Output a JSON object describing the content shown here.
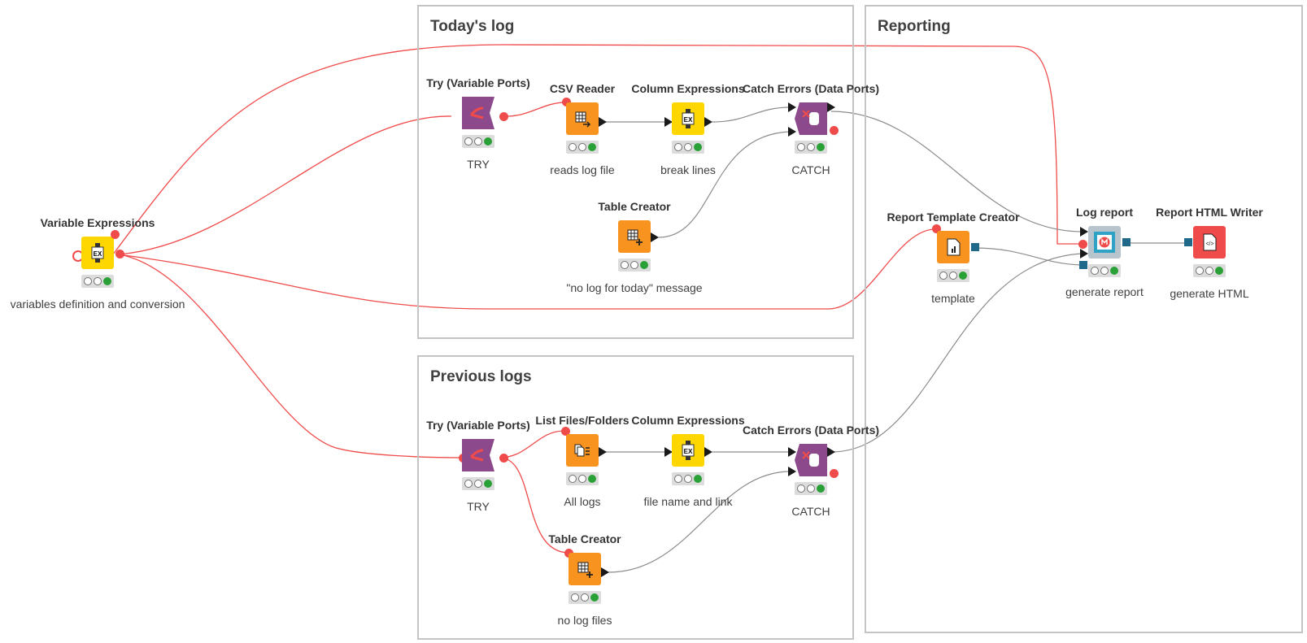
{
  "workflow": {
    "annotations": [
      {
        "id": "todays-log",
        "title": "Today's log"
      },
      {
        "id": "reporting",
        "title": "Reporting"
      },
      {
        "id": "previous-logs",
        "title": "Previous logs"
      }
    ],
    "nodes": [
      {
        "id": "var-expr",
        "name": "Variable Expressions",
        "label": "variables definition and conversion",
        "kind": "expr",
        "icon": "expression-icon",
        "color": "#ffd700"
      },
      {
        "id": "try1",
        "name": "Try (Variable Ports)",
        "label": "TRY",
        "kind": "try",
        "icon": "try-icon",
        "color": "#8c4a8c"
      },
      {
        "id": "csv-reader",
        "name": "CSV Reader",
        "label": "reads log file",
        "kind": "reader",
        "icon": "csv-reader-icon",
        "color": "#f7931e"
      },
      {
        "id": "colexpr1",
        "name": "Column Expressions",
        "label": "break lines",
        "kind": "expr",
        "icon": "expression-icon",
        "color": "#ffd700"
      },
      {
        "id": "catch1",
        "name": "Catch Errors (Data Ports)",
        "label": "CATCH",
        "kind": "catch",
        "icon": "catch-icon",
        "color": "#8c4a8c"
      },
      {
        "id": "table-creator1",
        "name": "Table Creator",
        "label": "\"no log for today\" message",
        "kind": "table",
        "icon": "table-creator-icon",
        "color": "#f7931e"
      },
      {
        "id": "report-template",
        "name": "Report Template Creator",
        "label": "template",
        "kind": "template",
        "icon": "report-template-icon",
        "color": "#f7931e"
      },
      {
        "id": "log-report",
        "name": "Log report",
        "label": "generate report",
        "kind": "component",
        "icon": "component-icon",
        "color": "#b8c4cc"
      },
      {
        "id": "html-writer",
        "name": "Report HTML Writer",
        "label": "generate HTML",
        "kind": "writer",
        "icon": "html-writer-icon",
        "color": "#f04b4b"
      },
      {
        "id": "try2",
        "name": "Try (Variable Ports)",
        "label": "TRY",
        "kind": "try",
        "icon": "try-icon",
        "color": "#8c4a8c"
      },
      {
        "id": "list-files",
        "name": "List Files/Folders",
        "label": "All logs",
        "kind": "listfiles",
        "icon": "list-files-icon",
        "color": "#f7931e"
      },
      {
        "id": "colexpr2",
        "name": "Column Expressions",
        "label": "file name and link",
        "kind": "expr",
        "icon": "expression-icon",
        "color": "#ffd700"
      },
      {
        "id": "catch2",
        "name": "Catch Errors (Data Ports)",
        "label": "CATCH",
        "kind": "catch",
        "icon": "catch-icon",
        "color": "#8c4a8c"
      },
      {
        "id": "table-creator2",
        "name": "Table Creator",
        "label": "no log files",
        "kind": "table",
        "icon": "table-creator-icon",
        "color": "#f7931e"
      }
    ],
    "colors": {
      "flow_variable_line": "#f04b4b",
      "data_line": "#8c8c8c",
      "status_ok": "#2aa137",
      "annotation_border": "#c4c4c4"
    }
  }
}
